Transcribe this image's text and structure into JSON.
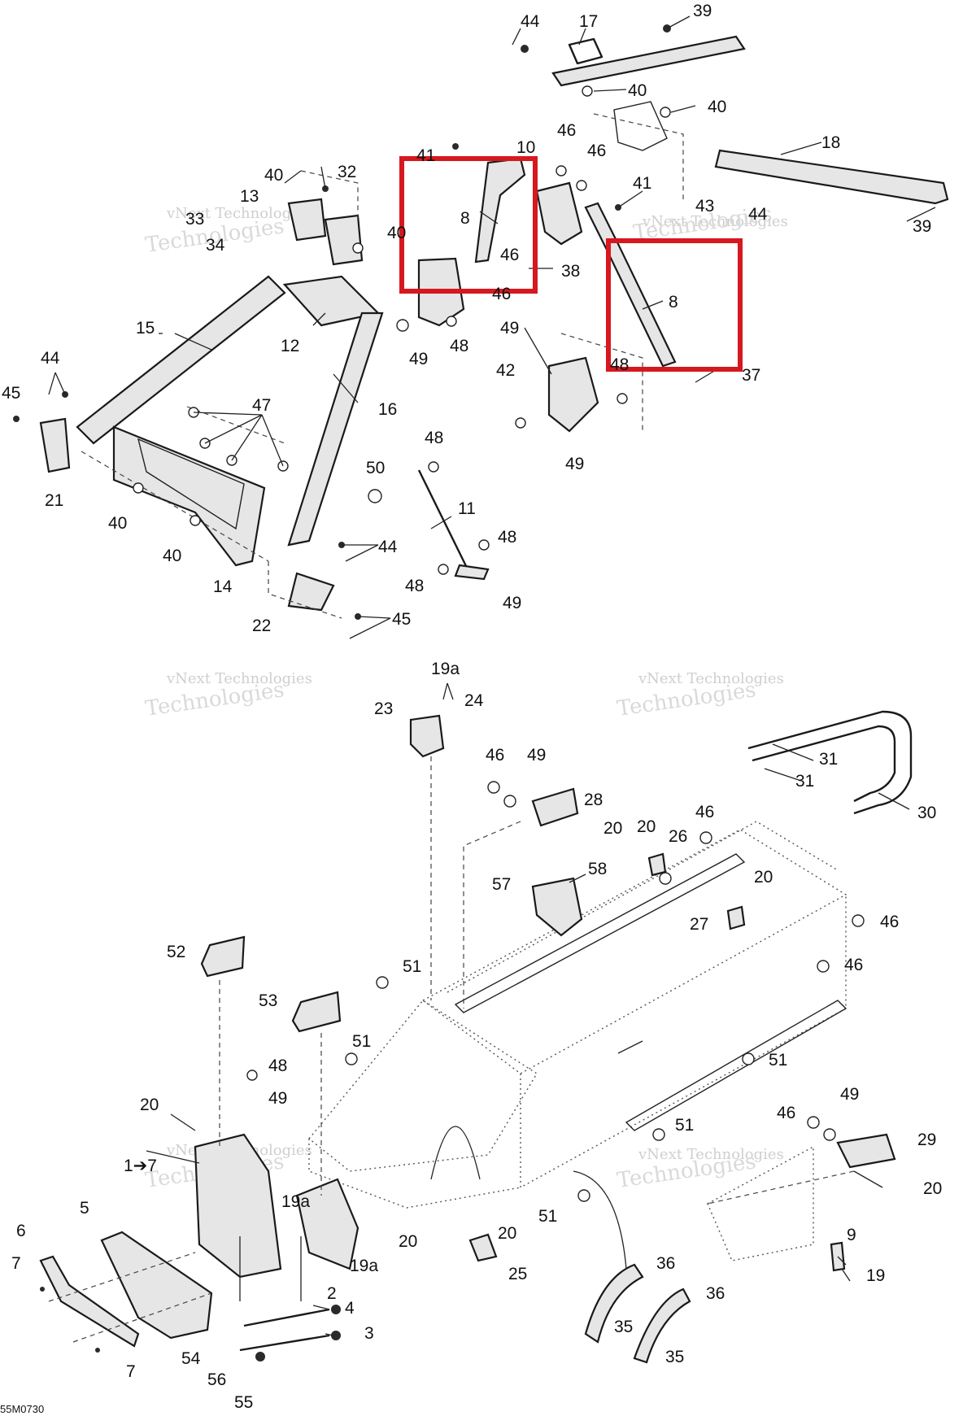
{
  "diagram": {
    "drawing_code": "55M0730",
    "watermark": {
      "line1": "vNext Technologies",
      "line2": "Technologies"
    },
    "highlighted_parts": [
      "8",
      "8"
    ],
    "callouts": [
      "44",
      "17",
      "39",
      "40",
      "40",
      "46",
      "46",
      "10",
      "41",
      "8",
      "41",
      "43",
      "44",
      "18",
      "39",
      "40",
      "32",
      "13",
      "33",
      "34",
      "40",
      "46",
      "38",
      "46",
      "8",
      "37",
      "49",
      "42",
      "48",
      "49",
      "12",
      "48",
      "49",
      "15",
      "16",
      "44",
      "45",
      "47",
      "21",
      "40",
      "40",
      "48",
      "50",
      "11",
      "48",
      "44",
      "14",
      "22",
      "45",
      "48",
      "49",
      "19a",
      "24",
      "23",
      "46",
      "49",
      "28",
      "20",
      "20",
      "26",
      "46",
      "31",
      "31",
      "30",
      "57",
      "58",
      "20",
      "27",
      "46",
      "46",
      "51",
      "52",
      "53",
      "51",
      "51",
      "48",
      "49",
      "20",
      "1➔7",
      "5",
      "6",
      "7",
      "7",
      "19a",
      "20",
      "19a",
      "2",
      "4",
      "3",
      "54",
      "56",
      "55",
      "51",
      "20",
      "25",
      "51",
      "46",
      "49",
      "29",
      "20",
      "36",
      "35",
      "36",
      "35",
      "9",
      "19"
    ]
  }
}
